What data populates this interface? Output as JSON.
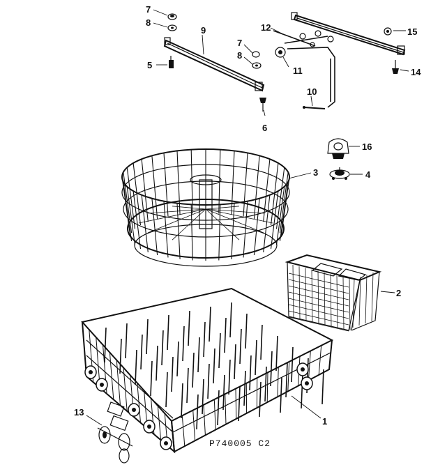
{
  "diagram": {
    "drawing_code": "P740005 C2",
    "callouts": [
      {
        "id": "c7a",
        "text": "7"
      },
      {
        "id": "c8a",
        "text": "8"
      },
      {
        "id": "c9",
        "text": "9"
      },
      {
        "id": "c5",
        "text": "5"
      },
      {
        "id": "c7b",
        "text": "7"
      },
      {
        "id": "c8b",
        "text": "8"
      },
      {
        "id": "c12",
        "text": "12"
      },
      {
        "id": "c11",
        "text": "11"
      },
      {
        "id": "c15",
        "text": "15"
      },
      {
        "id": "c14",
        "text": "14"
      },
      {
        "id": "c10",
        "text": "10"
      },
      {
        "id": "c6",
        "text": "6"
      },
      {
        "id": "c16",
        "text": "16"
      },
      {
        "id": "c3",
        "text": "3"
      },
      {
        "id": "c4",
        "text": "4"
      },
      {
        "id": "c2",
        "text": "2"
      },
      {
        "id": "c1",
        "text": "1"
      },
      {
        "id": "c13",
        "text": "13"
      }
    ]
  }
}
